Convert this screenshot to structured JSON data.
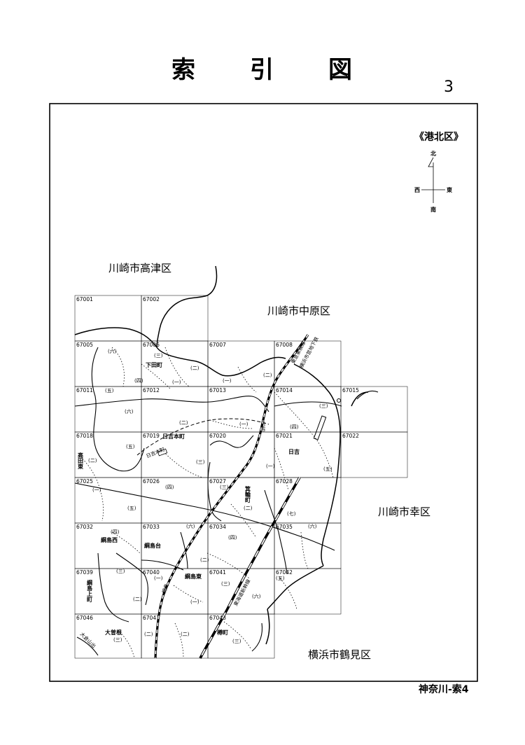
{
  "title": [
    "索",
    "引",
    "図"
  ],
  "page_number": "3",
  "footer": "神奈川-索4",
  "ward_label": "《港北区》",
  "compass": {
    "north": "北",
    "south": "南",
    "east": "東",
    "west": "西"
  },
  "regions": {
    "takatsu": "川崎市高津区",
    "nakahara": "川崎市中原区",
    "saiwai": "川崎市幸区",
    "tsurumi": "横浜市鶴見区"
  },
  "tiles": [
    "67001",
    "67002",
    "67005",
    "67006",
    "67007",
    "67008",
    "67011",
    "67012",
    "67013",
    "67014",
    "67015",
    "67018",
    "67019",
    "67020",
    "67021",
    "67022",
    "67025",
    "67026",
    "67027",
    "67028",
    "67032",
    "67033",
    "67034",
    "67035",
    "67039",
    "67040",
    "67041",
    "67042",
    "67046",
    "67047",
    "67048"
  ],
  "places": {
    "shimoda": "下田町",
    "hiyoshihoncho": "日吉本町",
    "hiyoshihoncho_station": "日吉本町",
    "hiyoshi": "日吉",
    "hiyoshi_station": "日吉",
    "minowa": "箕輪町",
    "tsunashima_nishi": "綱島西",
    "tsunashima_dai": "綱島台",
    "tsunashima_higashi": "綱島東",
    "tsunashima_kami": "綱島上町",
    "takada_higashi": "高田東",
    "osone": "大曽根",
    "tarumachi": "樽町",
    "tsunashima_station": "綱島",
    "oosone_exit": "大倉山出",
    "rail_a": "東急東横線",
    "rail_b": "東海道新幹線",
    "rail_c": "横浜市営地下鉄"
  },
  "numerals": {
    "n1": "(一)",
    "n2": "(二)",
    "n3": "(三)",
    "n4": "(四)",
    "n5": "(五)",
    "n6": "(六)",
    "n7": "(七)"
  }
}
